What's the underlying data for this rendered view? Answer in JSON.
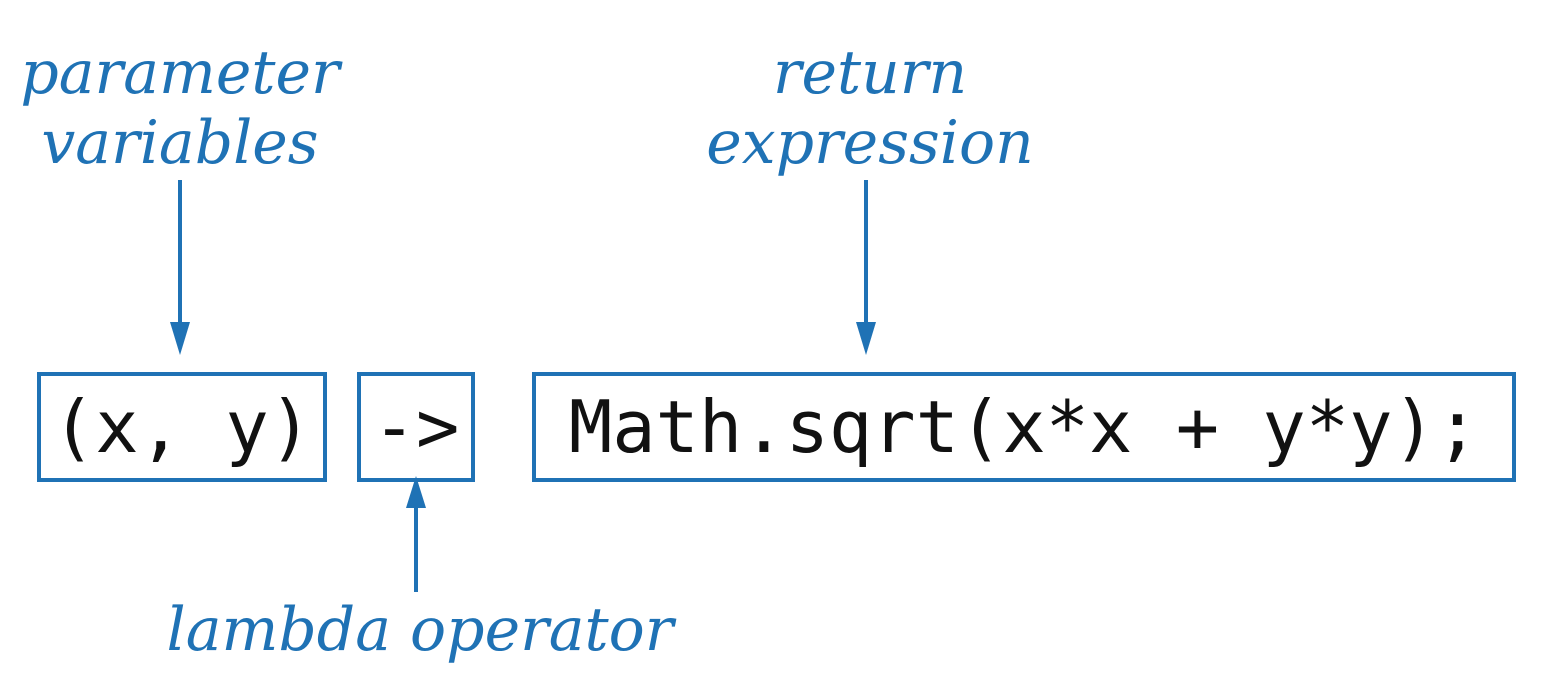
{
  "colors": {
    "accent": "#1f72b5",
    "code_text": "#111111",
    "background": "#ffffff"
  },
  "labels": {
    "parameter_line1": "parameter",
    "parameter_line2": "variables",
    "return_line1": "return",
    "return_line2": "expression",
    "lambda_operator": "lambda operator"
  },
  "code": {
    "params": "(x, y)",
    "operator": "->",
    "body": "Math.sqrt(x*x + y*y);"
  }
}
